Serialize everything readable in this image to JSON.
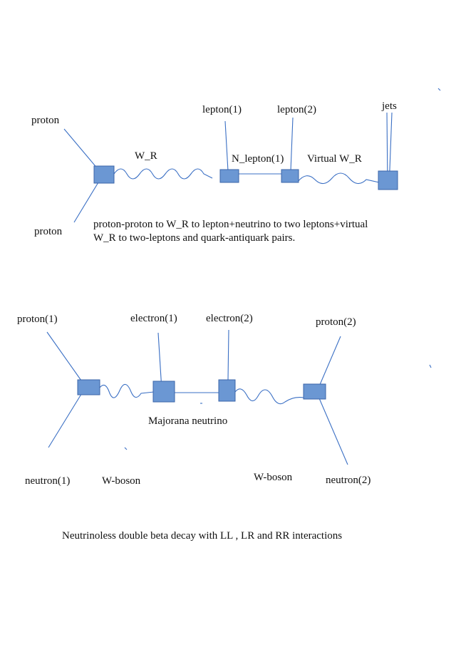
{
  "colors": {
    "line": "#3a6fc4",
    "box_fill": "#6b97d3",
    "box_stroke": "#3b64a8"
  },
  "diagram1": {
    "labels": {
      "proton_top": "proton",
      "proton_bottom": "proton",
      "w_r": "W_R",
      "lepton1": "lepton(1)",
      "lepton2": "lepton(2)",
      "jets": "jets",
      "n_lepton1": "N_lepton(1)",
      "virtual_w_r": "Virtual W_R"
    },
    "caption_line1": "proton-proton  to  W_R  to lepton+neutrino to two leptons+virtual",
    "caption_line2": "W_R to two-leptons and quark-antiquark pairs."
  },
  "diagram2": {
    "labels": {
      "proton1": "proton(1)",
      "electron1": "electron(1)",
      "electron2": "electron(2)",
      "proton2": "proton(2)",
      "majorana": "Majorana neutrino",
      "neutron1": "neutron(1)",
      "w_boson_left": "W-boson",
      "w_boson_right": "W-boson",
      "neutron2": "neutron(2)"
    },
    "caption": "Neutrinoless double beta decay with LL , LR and RR  interactions"
  }
}
